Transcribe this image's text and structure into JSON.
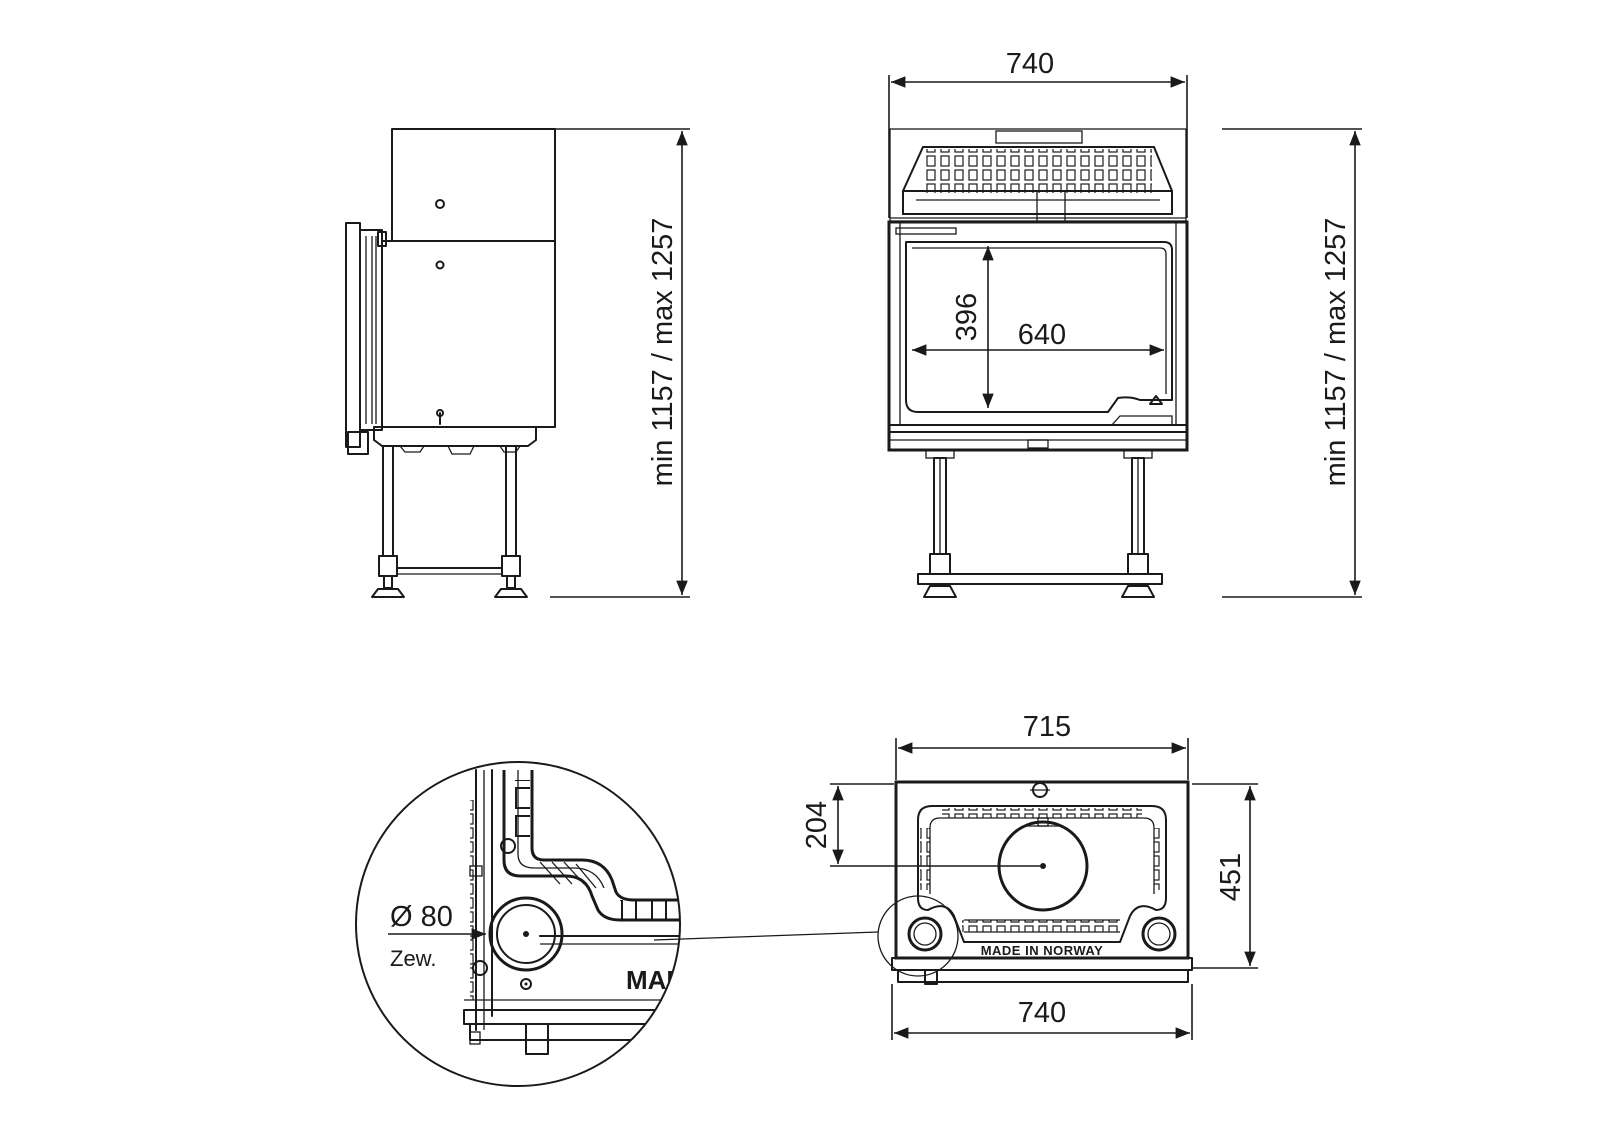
{
  "front_view": {
    "width_label": "740",
    "window_height_label": "396",
    "window_width_label": "640",
    "height_label": "min 1157 / max 1257"
  },
  "side_view": {
    "height_label": "min 1157 / max 1257"
  },
  "top_view": {
    "depth_label": "715",
    "flue_offset_label": "204",
    "total_depth_label": "451",
    "width_label": "740",
    "stamp": "MADE IN NORWAY"
  },
  "detail_view": {
    "diameter_label": "Ø 80",
    "diameter_note": "Zew.",
    "stamp_fragment": "MAD"
  }
}
